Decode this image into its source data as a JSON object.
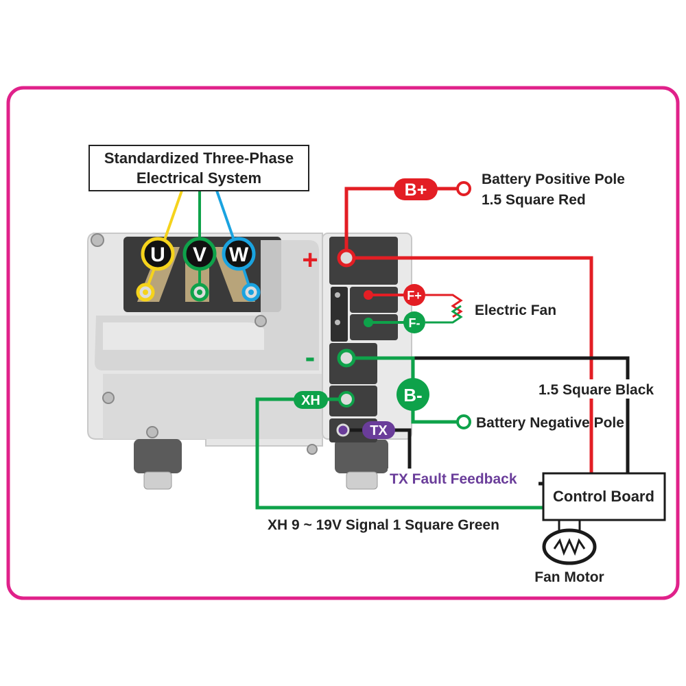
{
  "title_box": {
    "line1": "Standardized Three-Phase",
    "line2": "Electrical System"
  },
  "phases": [
    {
      "label": "U",
      "color": "#f5d31c"
    },
    {
      "label": "V",
      "color": "#0ea24a"
    },
    {
      "label": "W",
      "color": "#1aa3e0"
    }
  ],
  "terminals": {
    "bplus": "B+",
    "fplus": "F+",
    "fminus": "F-",
    "bminus": "B-",
    "xh": "XH",
    "tx": "TX",
    "plus_sign": "+",
    "minus_sign": "-"
  },
  "labels": {
    "battery_positive_line1": "Battery Positive Pole",
    "battery_positive_line2": "1.5 Square Red",
    "electric_fan": "Electric Fan",
    "square_black": "1.5 Square Black",
    "battery_negative": "Battery Negative Pole",
    "tx_feedback": "TX Fault Feedback",
    "control_board": "Control Board",
    "xh_signal": "XH 9 ~ 19V Signal 1 Square Green",
    "fan_motor": "Fan Motor"
  },
  "colors": {
    "border": "#e0218a",
    "red": "#e31e24",
    "green": "#0ea24a",
    "black": "#1a1a1a",
    "purple": "#6a3d9a",
    "yellow": "#f5d31c",
    "blue": "#1aa3e0"
  }
}
